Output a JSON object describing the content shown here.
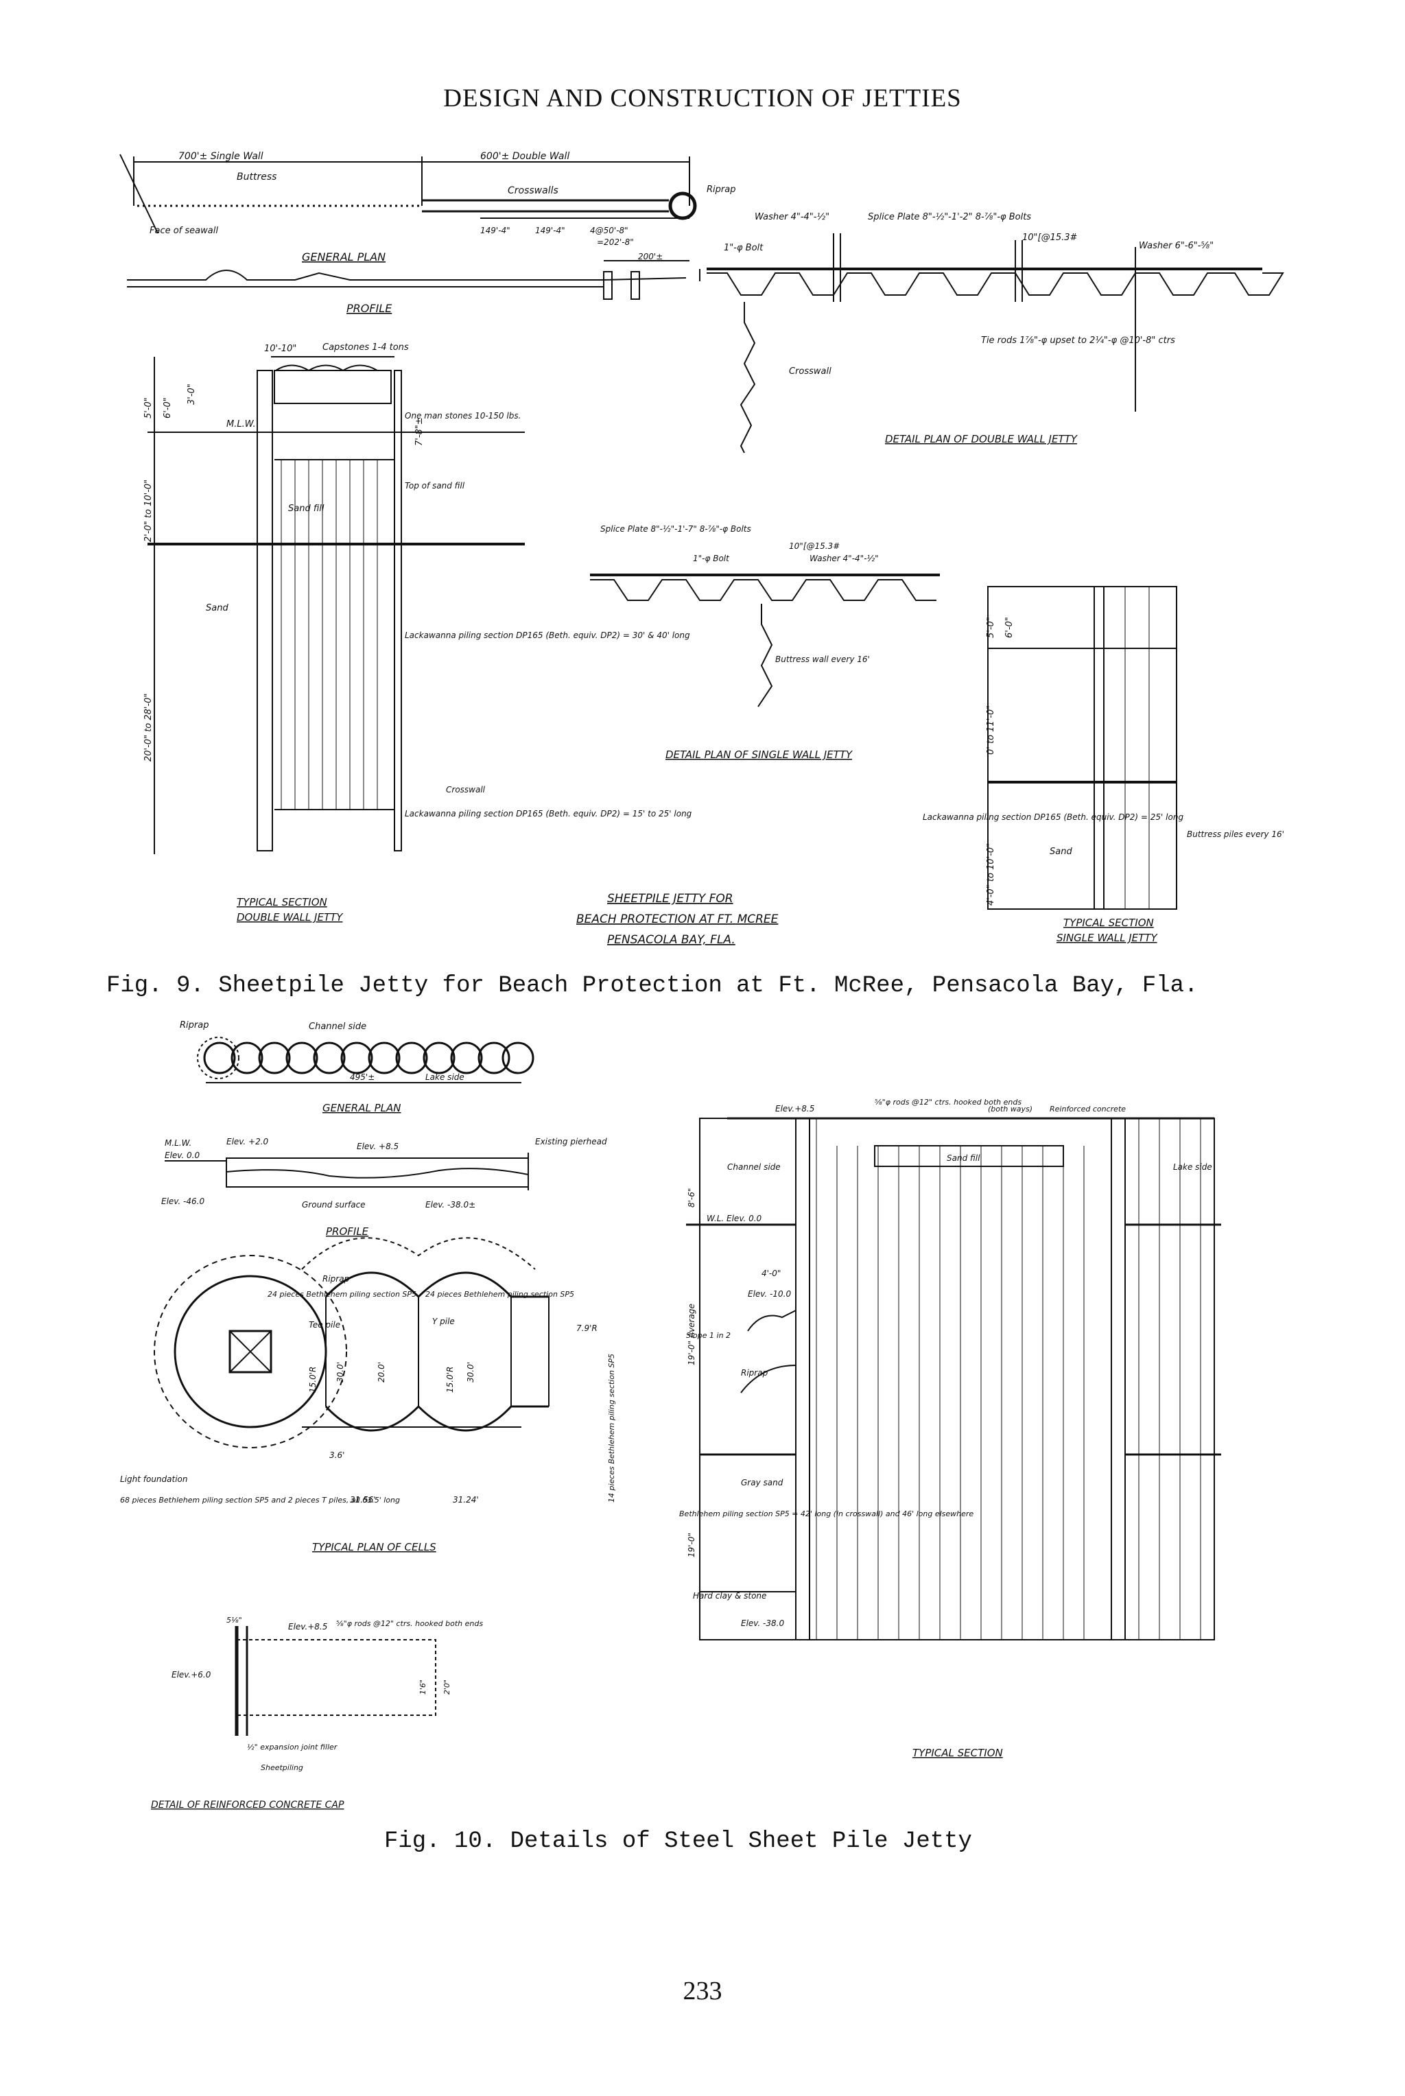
{
  "header": "DESIGN AND CONSTRUCTION OF JETTIES",
  "fig9": {
    "caption": "Fig. 9.  Sheetpile Jetty for Beach Protection at Ft. McRee, Pensacola Bay, Fla.",
    "general_plan": {
      "title": "GENERAL PLAN",
      "single_wall": "700'± Single Wall",
      "double_wall": "600'± Double Wall",
      "buttress": "Buttress",
      "crosswalls": "Crosswalls",
      "face_seawall": "Face of seawall",
      "riprap": "Riprap",
      "dims": [
        "149'-4\"",
        "149'-4\"",
        "4@50'-8\"",
        "=202'-8\"",
        "200'±"
      ]
    },
    "profile": {
      "title": "PROFILE"
    },
    "double_detail": {
      "title": "DETAIL PLAN OF DOUBLE WALL JETTY",
      "washer": "Washer 4\"-4\"-½\"",
      "bolt": "1\"-φ Bolt",
      "splice": "Splice Plate 8\"-½\"-1'-2\" 8-⅞\"-φ Bolts",
      "channel": "10\"[@15.3#",
      "washer2": "Washer 6\"-6\"-⅝\"",
      "tierods": "Tie rods 1⅞\"-φ upset to 2¼\"-φ @10'-8\" ctrs",
      "crosswall": "Crosswall"
    },
    "single_detail": {
      "title": "DETAIL PLAN OF SINGLE WALL JETTY",
      "splice": "Splice Plate 8\"-½\"-1'-7\" 8-⅞\"-φ Bolts",
      "bolt": "1\"-φ Bolt",
      "channel": "10\"[@15.3#",
      "washer": "Washer 4\"-4\"-½\"",
      "buttress": "Buttress wall every 16'"
    },
    "typical_double": {
      "title1": "TYPICAL SECTION",
      "title2": "DOUBLE WALL JETTY",
      "width": "10'-10\"",
      "capstones": "Capstones 1-4 tons",
      "stones": "One man stones 10-150 lbs.",
      "mlw": "M.L.W.",
      "top_fill": "Top of sand fill",
      "sand_fill": "Sand fill",
      "sand": "Sand",
      "pile1": "Lackawanna piling section DP165 (Beth. equiv. DP2) = 30' & 40' long",
      "crosswall": "Crosswall",
      "pile2": "Lackawanna piling section DP165 (Beth. equiv. DP2) = 15' to 25' long",
      "dims": [
        "3'-0\"",
        "6'-0\"",
        "5'-0\"",
        "7'-8\"±",
        "2'-0\" to 10'-0\"",
        "20'-0\" to 28'-0\""
      ]
    },
    "typical_single": {
      "title1": "TYPICAL SECTION",
      "title2": "SINGLE WALL JETTY",
      "pile": "Lackawanna piling section DP165 (Beth. equiv. DP2) = 25' long",
      "sand": "Sand",
      "buttress": "Buttress piles every 16'",
      "dims": [
        "5'-0\"",
        "6'-0\"",
        "0' to 11'-0\"",
        "4'-0\" to 10'-0\""
      ]
    },
    "main_title": [
      "SHEETPILE JETTY FOR",
      "BEACH PROTECTION AT FT. MCREE",
      "PENSACOLA BAY, FLA."
    ]
  },
  "fig10": {
    "caption": "Fig. 10.  Details of Steel Sheet Pile Jetty",
    "general_plan": {
      "title": "GENERAL PLAN",
      "riprap": "Riprap",
      "channel_side": "Channel side",
      "lake_side": "Lake side",
      "length": "495'±"
    },
    "profile": {
      "title": "PROFILE",
      "mlw": "M.L.W.",
      "elev0": "Elev. 0.0",
      "elev20": "Elev. +2.0",
      "elev85": "Elev. +8.5",
      "existing": "Existing pierhead",
      "ground": "Ground surface",
      "elev38": "Elev. -38.0±",
      "elev46": "Elev. -46.0"
    },
    "cells": {
      "title": "TYPICAL PLAN OF CELLS",
      "pieces1": "24 pieces Bethlehem piling section SP5",
      "pieces2": "24 pieces Bethlehem piling section SP5",
      "riprap": "Riprap",
      "tee": "Tee pile",
      "ypile": "Y pile",
      "light": "Light foundation",
      "pieces3": "68 pieces Bethlehem piling section SP5 and 2 pieces T piles, all 63.5' long",
      "pieces4": "14 pieces Bethlehem piling section SP5",
      "dims": [
        "30.0'",
        "20.0'",
        "30.0'",
        "15.0'R",
        "15.0'R",
        "7.9'R",
        "3.6'",
        "31.56'",
        "31.24'"
      ]
    },
    "cap": {
      "title": "DETAIL OF REINFORCED CONCRETE CAP",
      "elev85": "Elev.+8.5",
      "elev60": "Elev.+6.0",
      "rods": "⅝\"φ rods @12\" ctrs. hooked both ends",
      "joint": "½\" expansion joint filler",
      "sheet": "Sheetpiling",
      "dims": [
        "5⅛\"",
        "1'6\"",
        "2'0\""
      ]
    },
    "section": {
      "title": "TYPICAL SECTION",
      "elev85": "Elev.+8.5",
      "rods": "⅝\"φ rods @12\" ctrs. hooked both ends",
      "both": "(both ways)",
      "reinforced": "Reinforced concrete",
      "channel": "Channel side",
      "lake": "Lake side",
      "sandfill": "Sand fill",
      "wl": "W.L. Elev. 0.0",
      "elev10": "Elev. -10.0",
      "slope": "Slope 1 in 2",
      "riprap": "Riprap",
      "gray": "Gray sand",
      "beth": "Bethlehem piling section SP5 = 42' long (in crosswall) and 46' long elsewhere",
      "hard": "Hard clay & stone",
      "elev38": "Elev. -38.0",
      "dims": [
        "8'-6\"",
        "19'-0\" Average",
        "4'-0\"",
        "19'-0\""
      ]
    }
  },
  "page_number": "233"
}
